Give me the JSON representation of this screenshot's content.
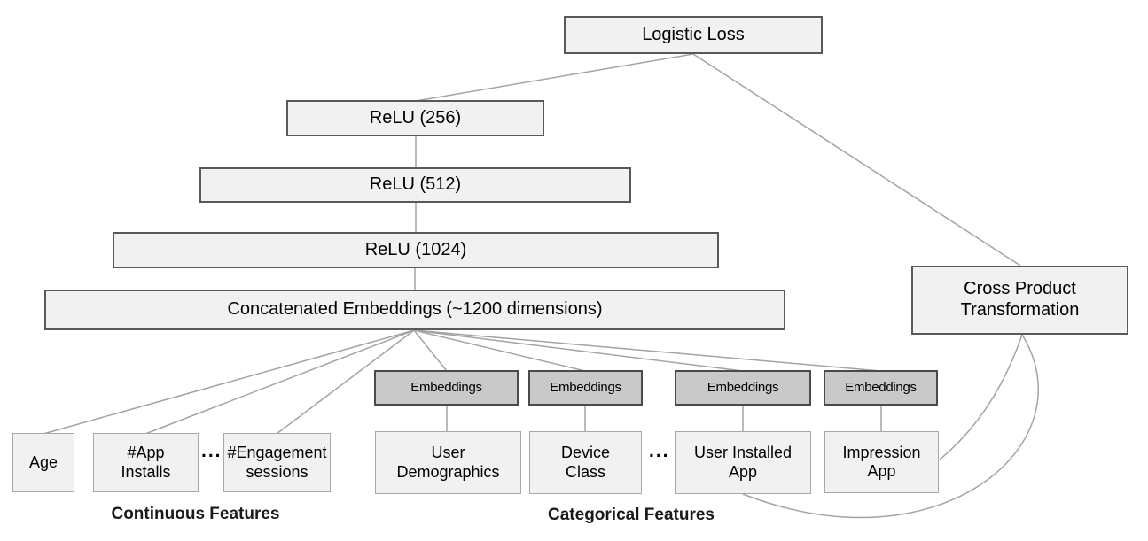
{
  "diagram": {
    "nodes": {
      "logistic_loss": {
        "label": "Logistic Loss"
      },
      "relu_256": {
        "label": "ReLU (256)"
      },
      "relu_512": {
        "label": "ReLU (512)"
      },
      "relu_1024": {
        "label": "ReLU (1024)"
      },
      "concat_embeddings": {
        "label": "Concatenated Embeddings (~1200 dimensions)"
      },
      "cross_product": {
        "label": "Cross Product Transformation"
      },
      "embeddings": {
        "label": "Embeddings"
      },
      "age": {
        "label": "Age"
      },
      "app_installs": {
        "label": "#App Installs"
      },
      "engagement_sessions": {
        "label": "#Engagement sessions"
      },
      "user_demographics": {
        "label": "User Demographics"
      },
      "device_class": {
        "label": "Device Class"
      },
      "user_installed_app": {
        "label": "User Installed App"
      },
      "impression_app": {
        "label": "Impression App"
      }
    },
    "ellipsis": "...",
    "group_labels": {
      "continuous": "Continuous Features",
      "categorical": "Categorical Features"
    },
    "colors": {
      "box_fill": "#f1f1f2",
      "box_border_dark": "#595959",
      "box_border_light": "#a8a8a8",
      "embedding_fill": "#c9c9ca",
      "embedding_border": "#4a4a4a",
      "connector_line": "#a3a3a3",
      "text": "#000000"
    }
  }
}
